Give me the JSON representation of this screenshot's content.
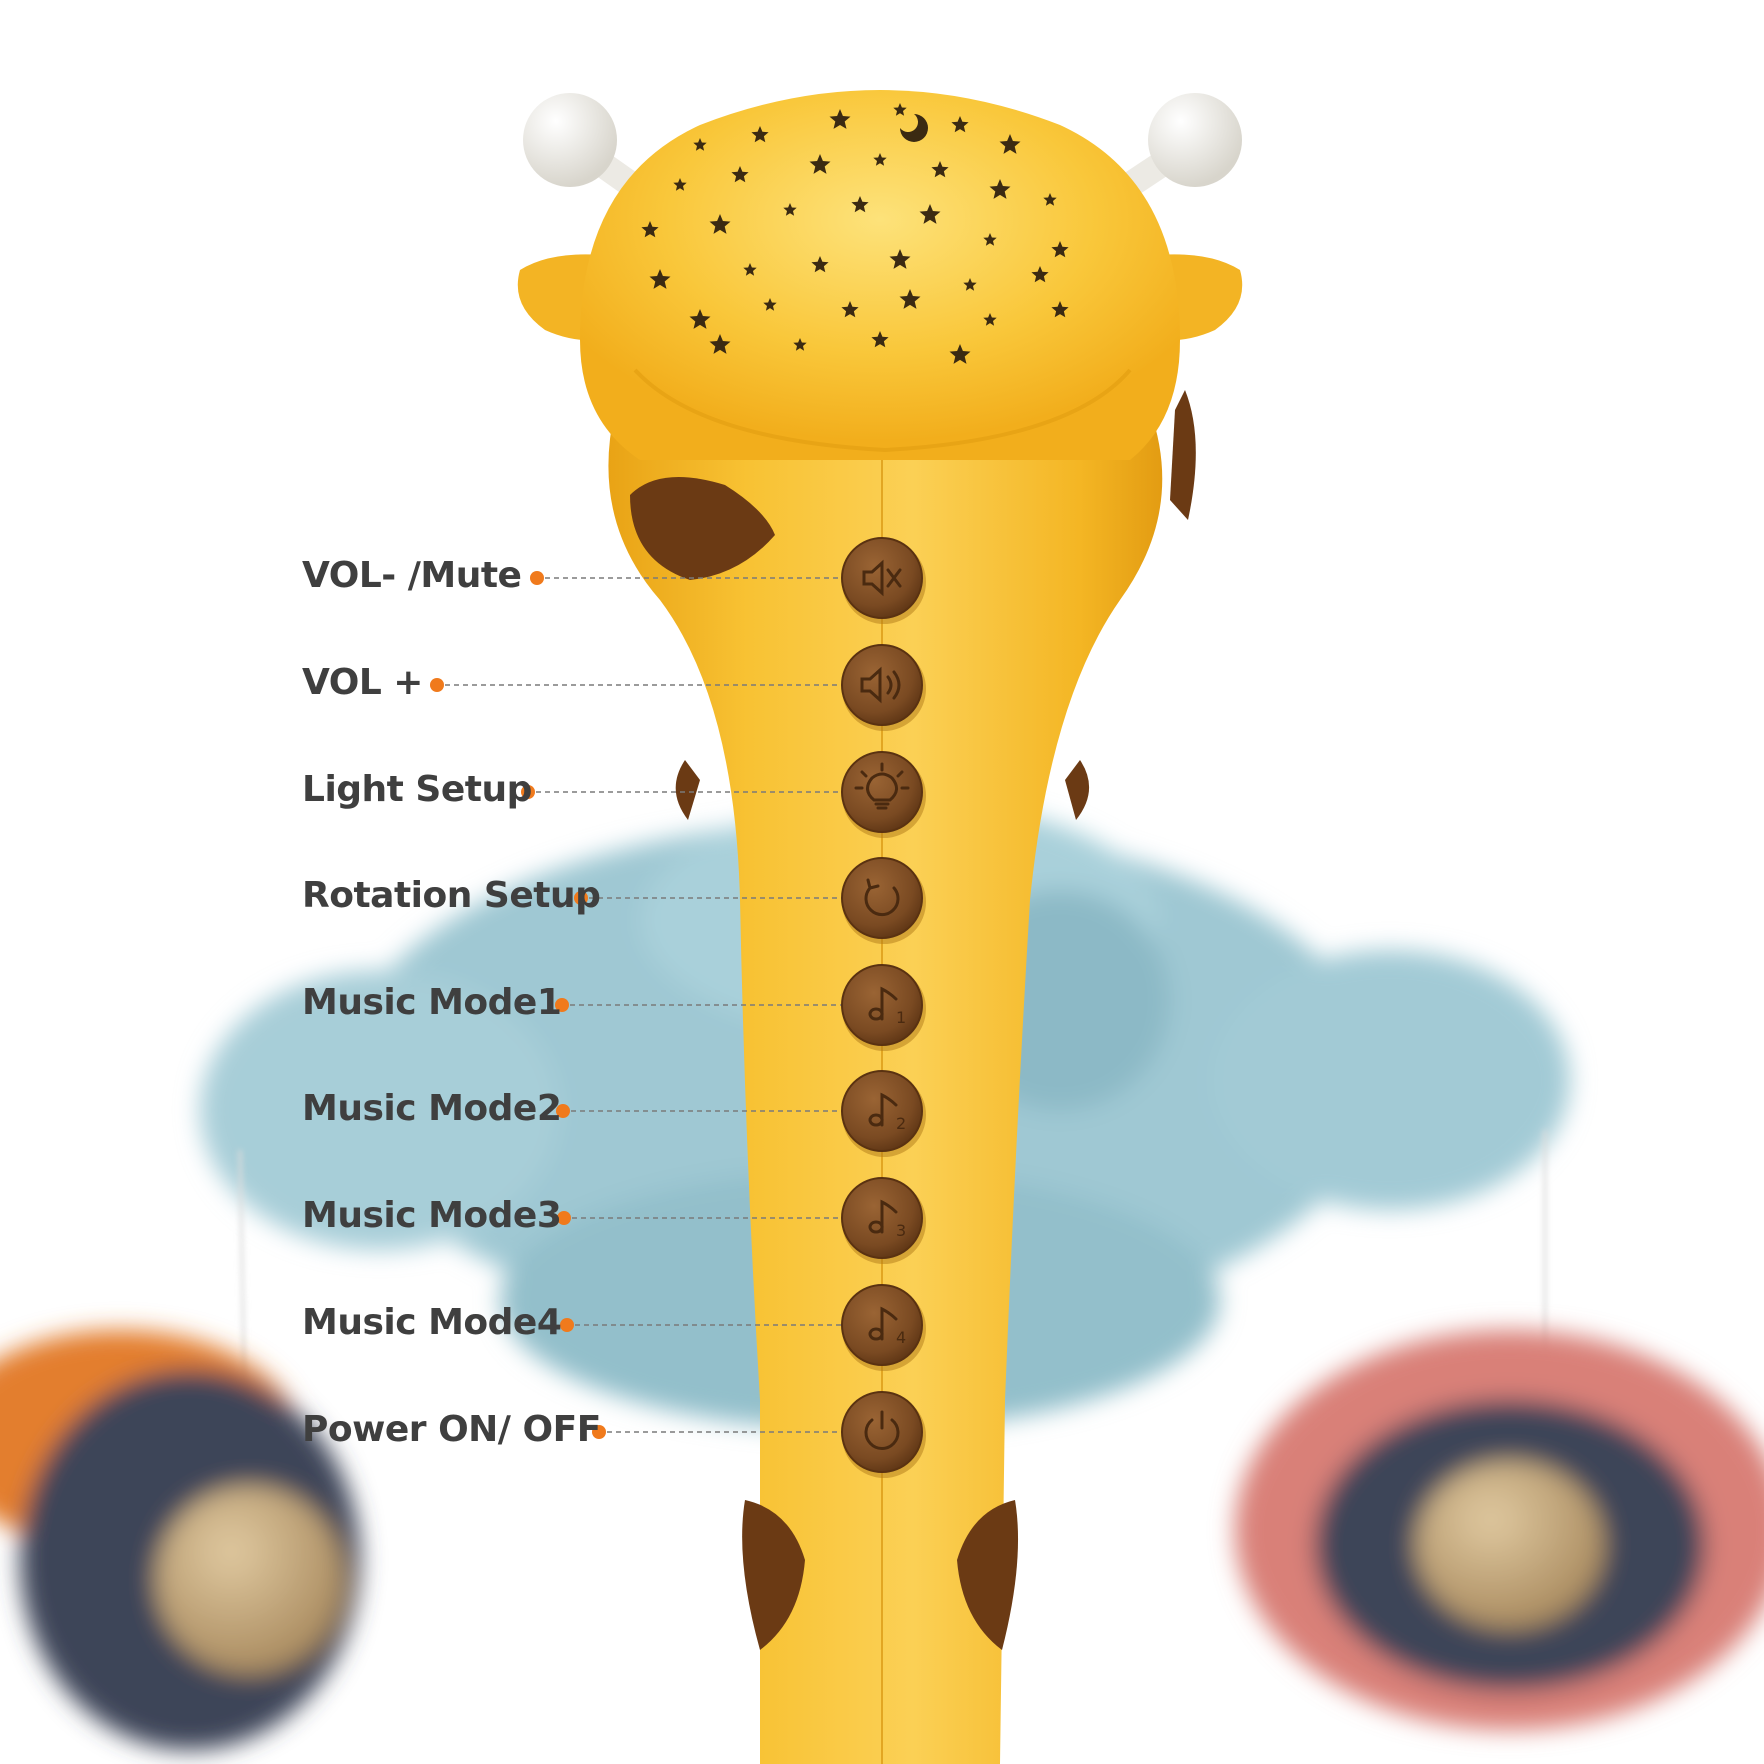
{
  "colors": {
    "giraffe_yellow": "#f6b41f",
    "giraffe_highlight": "#fbd35a",
    "button_brown": "#7a4a22",
    "spot_brown": "#6b3a14",
    "antenna_white": "#eceae4",
    "elephant_blue": "#9fc8d3",
    "label_dot": "#f07a1c",
    "label_text": "#3f3f3f",
    "pink_pendant": "#d98078",
    "orange_pendant": "#e37e2e",
    "navy_pendant": "#3c4559"
  },
  "controls": [
    {
      "label": "VOL- /Mute",
      "icon": "volume-mute-icon"
    },
    {
      "label": "VOL +",
      "icon": "volume-up-icon"
    },
    {
      "label": "Light Setup",
      "icon": "light-bulb-icon"
    },
    {
      "label": "Rotation Setup",
      "icon": "rotation-icon"
    },
    {
      "label": "Music Mode1",
      "icon": "music-note-1-icon"
    },
    {
      "label": "Music Mode2",
      "icon": "music-note-2-icon"
    },
    {
      "label": "Music Mode3",
      "icon": "music-note-3-icon"
    },
    {
      "label": "Music Mode4",
      "icon": "music-note-4-icon"
    },
    {
      "label": "Power ON/ OFF",
      "icon": "power-icon"
    }
  ]
}
